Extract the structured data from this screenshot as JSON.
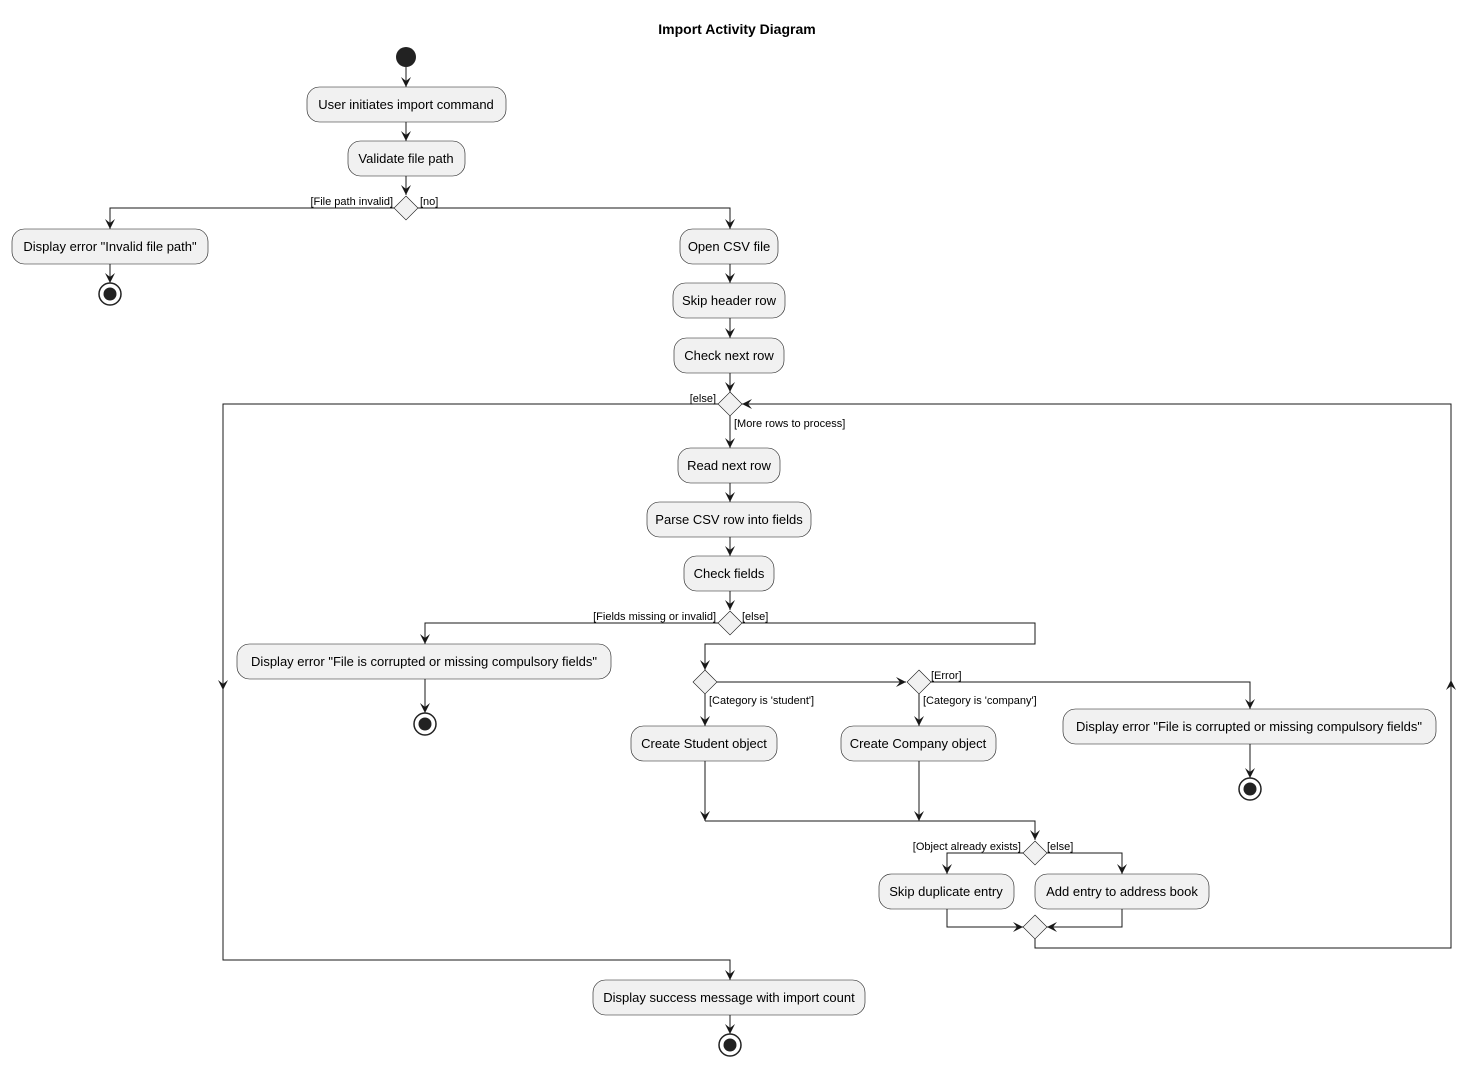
{
  "diagram": {
    "title": "Import Activity Diagram",
    "nodes": {
      "user_initiates": "User initiates import command",
      "validate_path": "Validate file path",
      "err_invalid_path": "Display error \"Invalid file path\"",
      "open_csv": "Open CSV file",
      "skip_header": "Skip header row",
      "check_next_row": "Check next row",
      "read_next_row": "Read next row",
      "parse_row": "Parse CSV row into fields",
      "check_fields": "Check fields",
      "err_corrupted_1": "Display error \"File is corrupted or missing compulsory fields\"",
      "create_student": "Create Student object",
      "create_company": "Create Company object",
      "err_corrupted_2": "Display error \"File is corrupted or missing compulsory fields\"",
      "skip_duplicate": "Skip duplicate entry",
      "add_entry": "Add entry to address book",
      "success": "Display success message with import count"
    },
    "guards": {
      "file_path_invalid": "[File path invalid]",
      "no": "[no]",
      "loop_else": "[else]",
      "more_rows": "[More rows to process]",
      "fields_missing": "[Fields missing or invalid]",
      "fields_else": "[else]",
      "error": "[Error]",
      "category_student": "[Category is 'student']",
      "category_company": "[Category is 'company']",
      "object_exists": "[Object already exists]",
      "exists_else": "[else]"
    }
  }
}
